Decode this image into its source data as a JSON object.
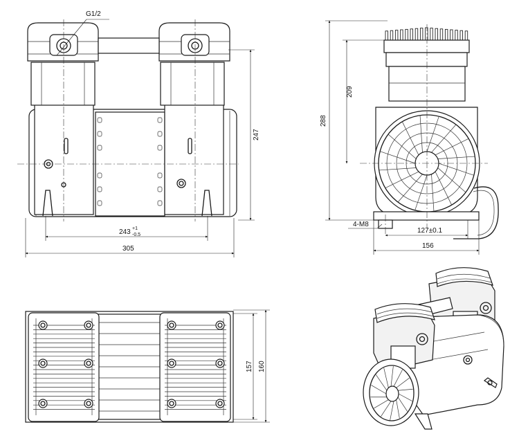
{
  "front_view": {
    "thread_label": "G1/2",
    "width_label": "305",
    "mount_spacing_label": "243",
    "mount_tol_upper": "+1",
    "mount_tol_lower": "-0.5",
    "height_label": "247"
  },
  "side_view": {
    "overall_height_label": "288",
    "axis_height_label": "209",
    "bolt_label": "4-M8",
    "bolt_spacing_label": "127±0.1",
    "base_width_label": "156"
  },
  "top_view": {
    "inner_depth_label": "157",
    "outer_depth_label": "160"
  },
  "colors": {
    "line": "#1a1a1a",
    "background": "#ffffff"
  }
}
